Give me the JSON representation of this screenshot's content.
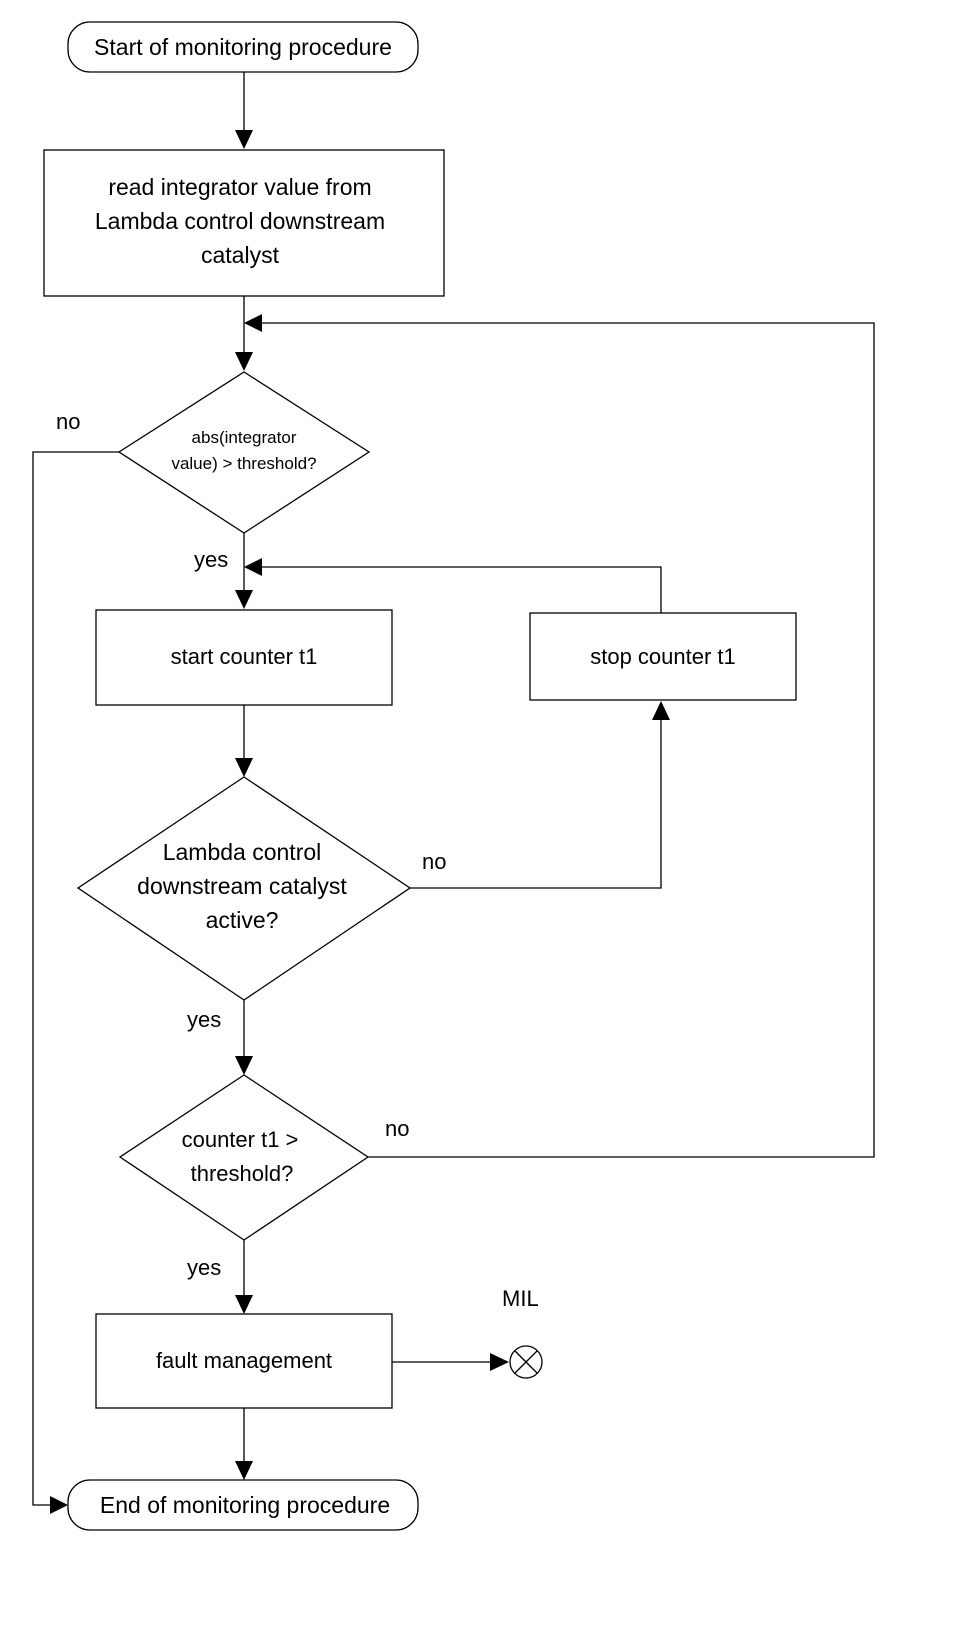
{
  "nodes": {
    "start": {
      "label": "Start of monitoring procedure"
    },
    "read_integrator": {
      "lines": [
        "read integrator value from",
        "Lambda control downstream",
        "catalyst"
      ]
    },
    "integrator_check": {
      "lines": [
        "abs(integrator",
        "value) > threshold?"
      ]
    },
    "start_counter": {
      "label": "start counter t1"
    },
    "stop_counter": {
      "label": "stop counter t1"
    },
    "lambda_active_check": {
      "lines": [
        "Lambda control",
        "downstream catalyst",
        "active?"
      ]
    },
    "counter_check": {
      "lines": [
        "counter t1 >",
        "threshold?"
      ]
    },
    "fault_management": {
      "label": "fault management"
    },
    "end": {
      "label": "End of monitoring procedure"
    }
  },
  "edge_labels": {
    "integrator_no": "no",
    "integrator_yes": "yes",
    "lambda_no": "no",
    "lambda_yes": "yes",
    "counter_no": "no",
    "counter_yes": "yes"
  },
  "mil": {
    "label": "MIL"
  }
}
